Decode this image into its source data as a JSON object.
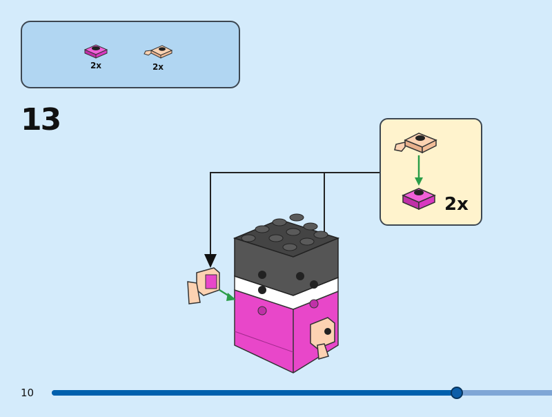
{
  "parts_list": {
    "items": [
      {
        "name": "pink-plate-1x1",
        "quantity": "2x",
        "color": "#e040c8"
      },
      {
        "name": "light-nougat-plate-clip",
        "quantity": "2x",
        "color": "#f9c8a6"
      }
    ]
  },
  "step": {
    "number": "13"
  },
  "callout": {
    "quantity": "2x"
  },
  "footer": {
    "page_number": "10",
    "progress": 0.81
  },
  "colors": {
    "background": "#d4ebfb",
    "pink": "#e040c8",
    "nougat": "#f9c8a6",
    "black": "#3a3a3a",
    "accent": "#0060ad"
  }
}
